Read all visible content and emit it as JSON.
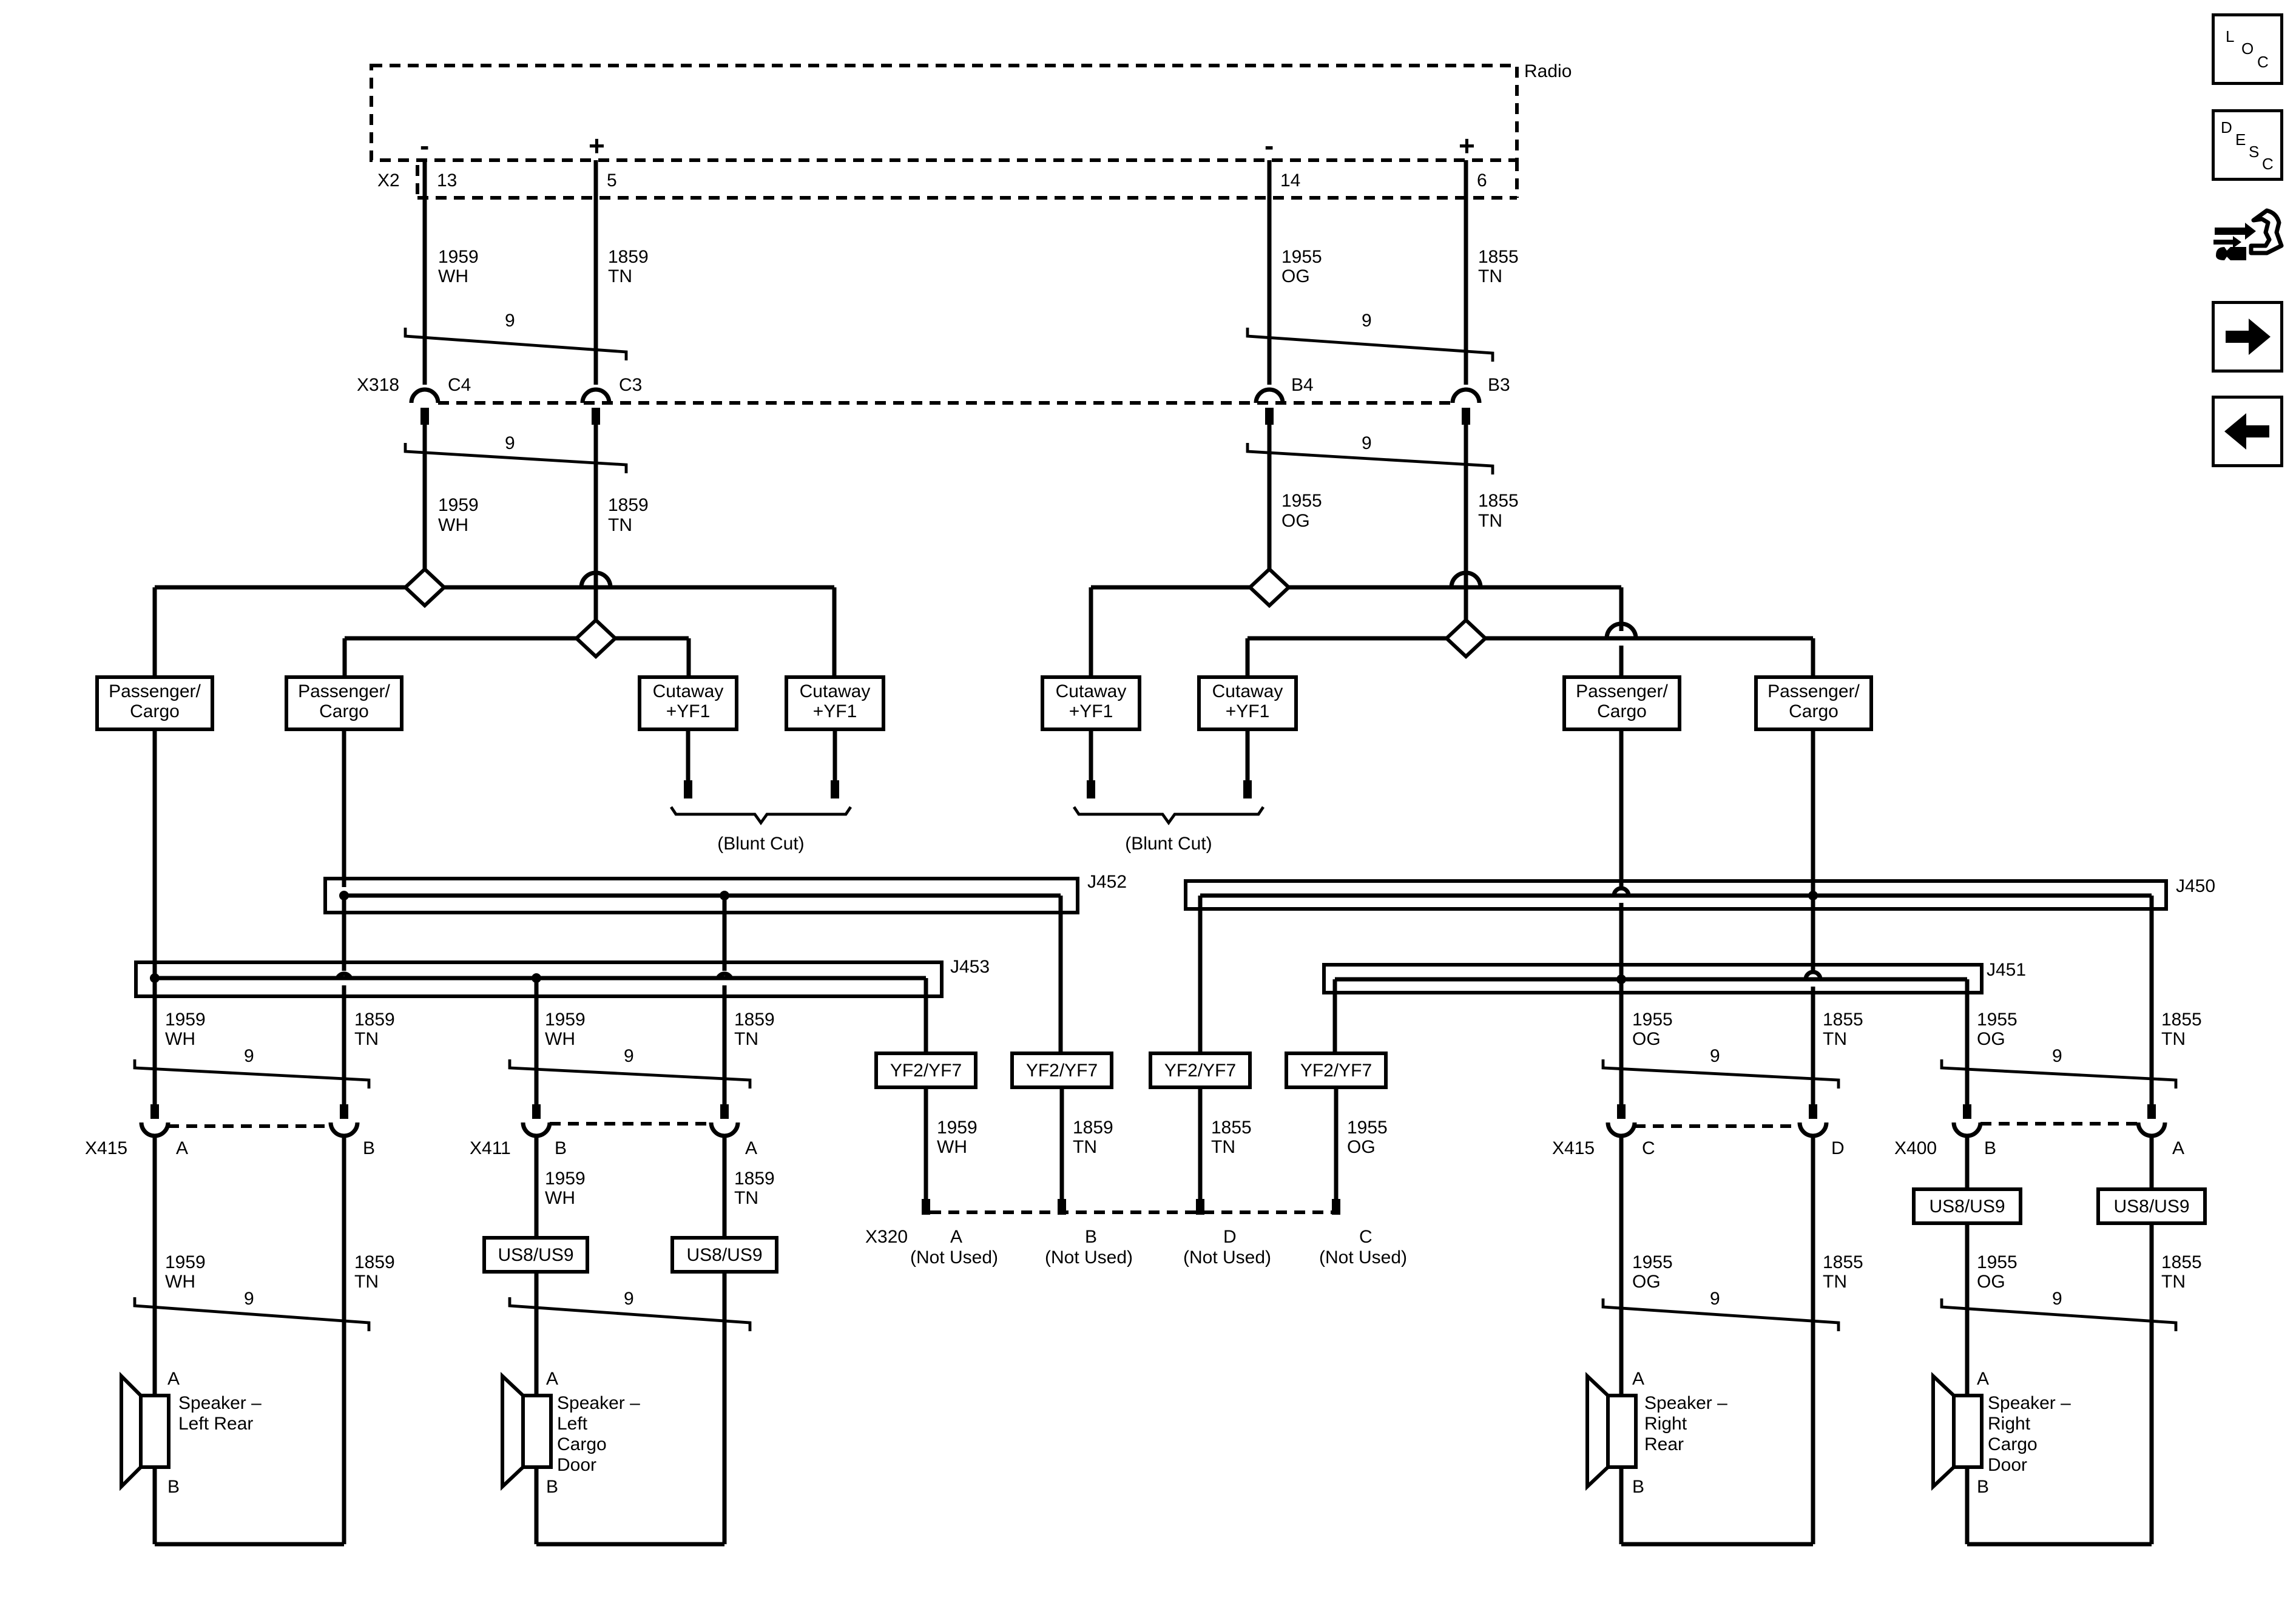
{
  "radio": {
    "label": "Radio",
    "connector": "X2",
    "pins": [
      "13",
      "5",
      "14",
      "6"
    ],
    "polarity": [
      "-",
      "+",
      "-",
      "+"
    ]
  },
  "inline_x318": {
    "label": "X318",
    "pins": [
      "C4",
      "C3",
      "B4",
      "B3"
    ]
  },
  "wires": {
    "w1959": "1959",
    "w1859": "1859",
    "w1955": "1955",
    "w1855": "1855",
    "wh": "WH",
    "tn": "TN",
    "og": "OG",
    "twist": "9"
  },
  "options": {
    "passenger_cargo": [
      "Passenger/",
      "Cargo"
    ],
    "cutaway": [
      "Cutaway",
      "+YF1"
    ],
    "yf": "YF2/YF7",
    "us": "US8/US9"
  },
  "blunt_cut": "(Blunt Cut)",
  "splices": {
    "j452": "J452",
    "j453": "J453",
    "j450": "J450",
    "j451": "J451"
  },
  "connectors": {
    "x415": "X415",
    "x411": "X411",
    "x400": "X400",
    "x320": "X320"
  },
  "pins": {
    "a": "A",
    "b": "B",
    "c": "C",
    "d": "D",
    "not_used": "(Not Used)"
  },
  "speakers": {
    "left_rear": [
      "Speaker –",
      "Left Rear"
    ],
    "left_cargo_door": [
      "Speaker –",
      "Left",
      "Cargo",
      "Door"
    ],
    "right_rear": [
      "Speaker –",
      "Right",
      "Rear"
    ],
    "right_cargo_door": [
      "Speaker –",
      "Right",
      "Cargo",
      "Door"
    ]
  },
  "nav": {
    "loc": [
      "L",
      "O",
      "C"
    ],
    "desc": [
      "D",
      "E",
      "S",
      "C"
    ]
  }
}
